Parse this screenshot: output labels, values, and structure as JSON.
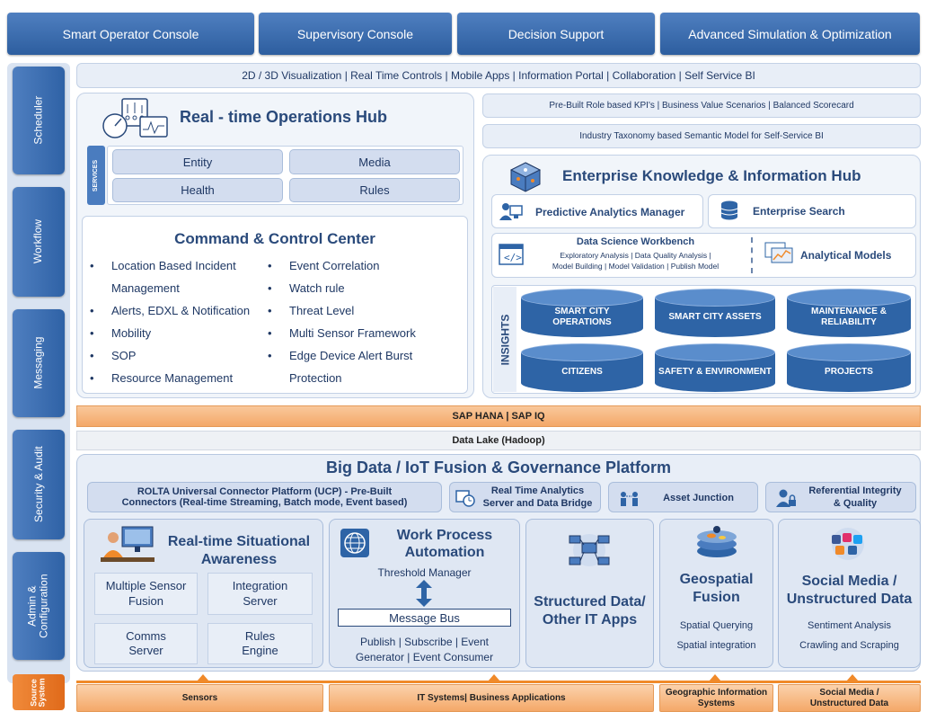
{
  "top_buttons": [
    "Smart Operator Console",
    "Supervisory Console",
    "Decision Support",
    "Advanced Simulation & Optimization"
  ],
  "sidebar": [
    "Scheduler",
    "Workflow",
    "Messaging",
    "Security & Audit",
    "Admin & Configuration"
  ],
  "source_system": "Source System",
  "viz_strip": "2D / 3D Visualization | Real Time Controls | Mobile Apps | Information Portal | Collaboration | Self Service BI",
  "roh": {
    "title": "Real - time Operations Hub",
    "services_label": "SERVICES",
    "services": [
      "Entity",
      "Media",
      "Health",
      "Rules"
    ]
  },
  "ccc": {
    "title": "Command & Control Center",
    "left": [
      {
        "text": "Location Based Incident",
        "bullet": true
      },
      {
        "text": "Management",
        "bullet": false
      },
      {
        "text": "Alerts, EDXL & Notification",
        "bullet": true
      },
      {
        "text": "Mobility",
        "bullet": true
      },
      {
        "text": "SOP",
        "bullet": true
      },
      {
        "text": "Resource Management",
        "bullet": true
      }
    ],
    "right": [
      {
        "text": "Event Correlation",
        "bullet": true
      },
      {
        "text": "Watch rule",
        "bullet": true
      },
      {
        "text": "Threat Level",
        "bullet": true
      },
      {
        "text": "Multi Sensor Framework",
        "bullet": true
      },
      {
        "text": "Edge Device Alert Burst",
        "bullet": true
      },
      {
        "text": "Protection",
        "bullet": false
      }
    ]
  },
  "kpi_strip": "Pre-Built Role based KPI's | Business Value Scenarios | Balanced Scorecard",
  "taxonomy_strip": "Industry Taxonomy based Semantic Model for Self-Service BI",
  "ekih": {
    "title": "Enterprise Knowledge & Information Hub",
    "predictive": "Predictive Analytics Manager",
    "search": "Enterprise Search",
    "dsw_title": "Data Science Workbench",
    "dsw_line1": "Exploratory Analysis  |  Data Quality Analysis  |",
    "dsw_line2": "Model Building  |  Model Validation  |  Publish Model",
    "analytical": "Analytical Models",
    "insights_label": "INSIGHTS",
    "insights": [
      "SMART CITY OPERATIONS",
      "SMART CITY ASSETS",
      "MAINTENANCE & RELIABILITY",
      "CITIZENS",
      "SAFETY & ENVIRONMENT",
      "PROJECTS"
    ]
  },
  "sap_bar": "SAP HANA | SAP IQ",
  "lake_bar": "Data Lake (Hadoop)",
  "bigdata": {
    "title": "Big Data / IoT Fusion & Governance Platform",
    "ucp_line1": "ROLTA Universal Connector Platform (UCP) -  Pre-Built",
    "ucp_line2": "Connectors (Real-time Streaming, Batch mode, Event based)",
    "rta_line1": "Real Time Analytics",
    "rta_line2": "Server and Data Bridge",
    "asset": "Asset Junction",
    "ref_line1": "Referential Integrity",
    "ref_line2": "& Quality"
  },
  "rsa": {
    "title_line1": "Real-time Situational",
    "title_line2": "Awareness",
    "boxes": [
      [
        "Multiple Sensor",
        "Fusion"
      ],
      [
        "Integration",
        "Server"
      ],
      [
        "Comms",
        "Server"
      ],
      [
        "Rules",
        "Engine"
      ]
    ]
  },
  "wpa": {
    "title_line1": "Work Process",
    "title_line2": "Automation",
    "threshold": "Threshold Manager",
    "bus": "Message Bus",
    "pub_line1": "Publish  | Subscribe | Event",
    "pub_line2": "Generator | Event Consumer"
  },
  "structured": {
    "line1": "Structured Data/",
    "line2": "Other IT Apps"
  },
  "geo": {
    "line1": "Geospatial",
    "line2": "Fusion",
    "item1": "Spatial Querying",
    "item2": "Spatial integration"
  },
  "social": {
    "line1": "Social Media /",
    "line2": "Unstructured Data",
    "item1": "Sentiment Analysis",
    "item2": "Crawling and Scraping"
  },
  "bottom": [
    {
      "line1": "Sensors",
      "line2": ""
    },
    {
      "line1": "IT Systems| Business Applications",
      "line2": ""
    },
    {
      "line1": "Geographic Information",
      "line2": "Systems"
    },
    {
      "line1": "Social Media /",
      "line2": "Unstructured  Data"
    }
  ],
  "colors": {
    "primary_blue": "#2e64a6",
    "orange": "#f08a2a",
    "panel": "#e8eef7"
  }
}
